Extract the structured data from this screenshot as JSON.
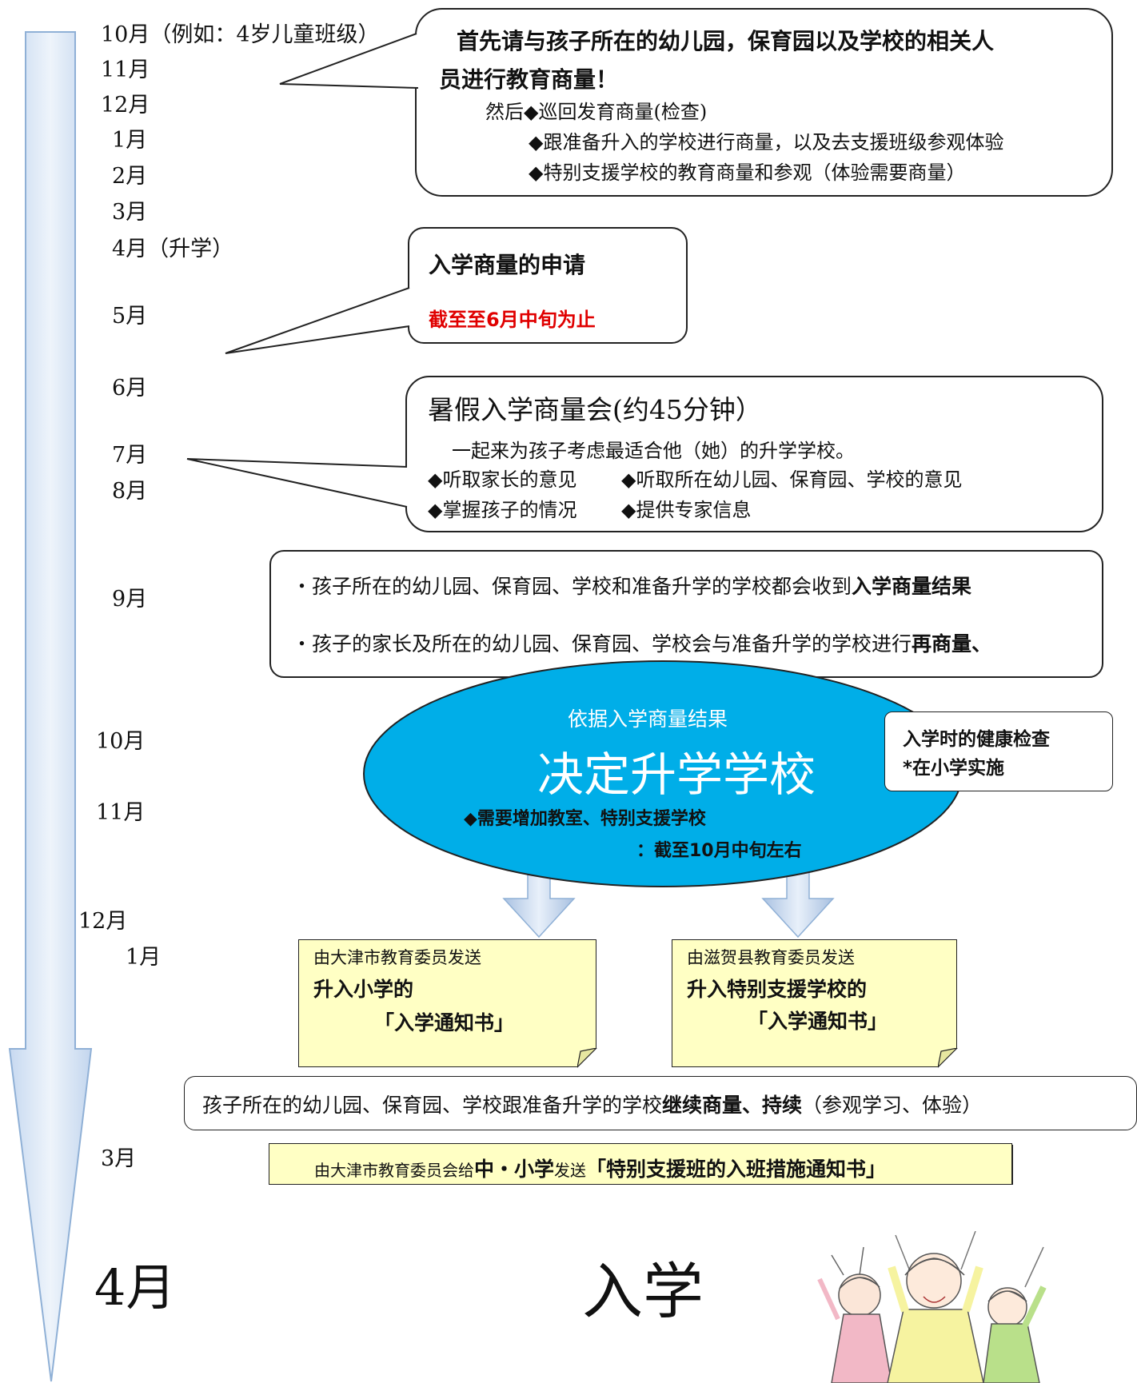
{
  "months": {
    "m10a": "10月（例如：4岁儿童班级）",
    "m11a": "11月",
    "m12a": "12月",
    "m1a": "1月",
    "m2a": "2月",
    "m3a": "3月",
    "m4a": "4月（升学）",
    "m5": "5月",
    "m6": "6月",
    "m7": "7月",
    "m8": "8月",
    "m9": "9月",
    "m10b": "10月",
    "m11b": "11月",
    "m12b": "12月",
    "m1b": "1月",
    "m3b": "3月",
    "m4b": "4月"
  },
  "box1": {
    "title_line1": "首先请与孩子所在的幼儿园，保育园以及学校的相关人",
    "title_line2": "员进行教育商量！",
    "line1": "然后◆巡回发育商量(检查)",
    "line2": "◆跟准备升入的学校进行商量，以及去支援班级参观体验",
    "line3": "◆特别支援学校的教育商量和参观（体验需要商量）"
  },
  "box2": {
    "title": "入学商量的申请",
    "deadline": "截至至6月中旬为止"
  },
  "box3": {
    "title": "暑假入学商量会(约45分钟）",
    "line1": "一起来为孩子考虑最适合他（她）的升学学校。",
    "item1": "◆听取家长的意见",
    "item2": "◆听取所在幼儿园、保育园、学校的意见",
    "item3": "◆掌握孩子的情况",
    "item4": "◆提供专家信息"
  },
  "box4": {
    "line1_pre": "・孩子所在的幼儿园、保育园、学校和准备升学的学校都会收到",
    "line1_bold": "入学商量结果",
    "line2_pre": "・孩子的家长及所在的幼儿园、保育园、学校会与准备升学的学校进行",
    "line2_bold": "再商量、"
  },
  "ellipse": {
    "top": "依据入学商量结果",
    "main": "决定升学学校",
    "item": "◆需要增加教室、特别支援学校",
    "deadline": "：截至10月中旬左右"
  },
  "health": {
    "line1": "入学时的健康检查",
    "line2": "*在小学实施"
  },
  "note_left": {
    "sender": "由大津市教育委员发送",
    "line1": "升入小学的",
    "line2": "「入学通知书」"
  },
  "note_right": {
    "sender": "由滋贺县教育委员发送",
    "line1": "升入特别支援学校的",
    "line2": "「入学通知书」"
  },
  "continue_box": {
    "pre": "孩子所在的幼儿园、保育园、学校跟准备升学的学校",
    "bold": "继续商量、持续",
    "post": "（参观学习、体验）"
  },
  "march_note": {
    "pre": "由大津市教育委员会给",
    "bold1": "中・小学",
    "mid": "发送",
    "bold2": "「特别支援班的入班措施通知书」"
  },
  "final": {
    "label": "入学"
  },
  "colors": {
    "arrow_fill": "#dce8f6",
    "arrow_stroke": "#8fb0d6",
    "ellipse_fill": "#00aee8",
    "note_fill": "#ffffc4",
    "deadline_red": "#e00000"
  }
}
